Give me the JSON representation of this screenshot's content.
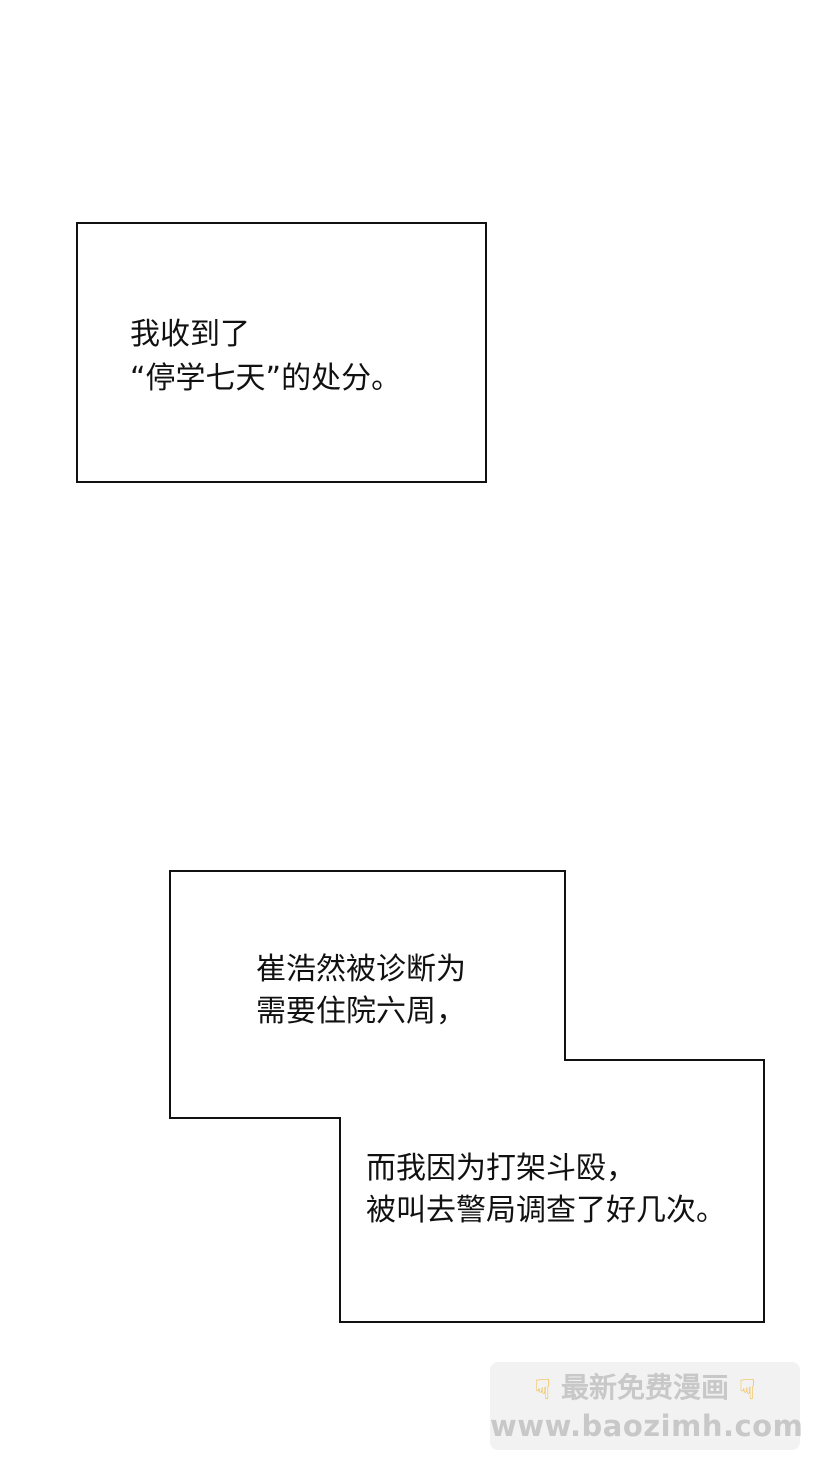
{
  "panel_1": {
    "lines": [
      "我收到了",
      "“停学七天”的处分。"
    ]
  },
  "panel_2": {
    "upper_lines": [
      "崔浩然被诊断为",
      "需要住院六周，"
    ],
    "lower_lines": [
      "而我因为打架斗殴，",
      "被叫去警局调查了好几次。"
    ]
  },
  "watermark": {
    "title": "最新免费漫画",
    "url": "www.baozimh.com",
    "icon": "pointing-down-hand-icon",
    "icon_color": "#f3b530",
    "text_color": "#c8c8c8"
  }
}
